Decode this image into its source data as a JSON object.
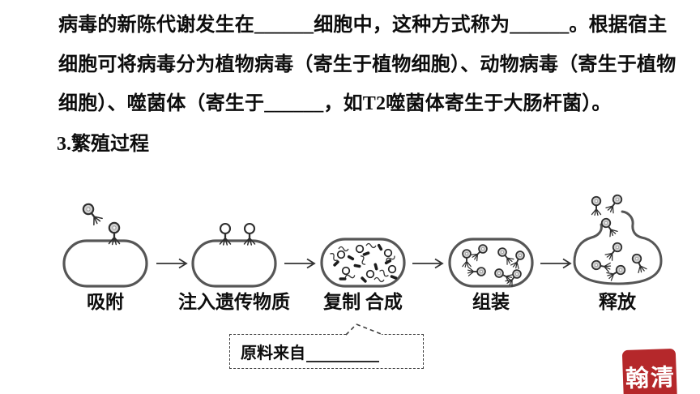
{
  "paragraph": {
    "lines": [
      "病毒的新陈代谢发生在______细胞中，这种方式称为______。根据宿主",
      "细胞可将病毒分为植物病毒（寄生于植物细胞）、动物病毒（寄生于植物",
      "细胞）、噬菌体（寄生于______，如T2噬菌体寄生于大肠杆菌）。"
    ],
    "heading": "3.繁殖过程"
  },
  "diagram": {
    "stages": [
      {
        "label": "吸附"
      },
      {
        "label": "注入遗传物质"
      },
      {
        "label": "复制 合成"
      },
      {
        "label": "组装"
      },
      {
        "label": "释放"
      }
    ],
    "callout": {
      "label": "原料来自"
    }
  },
  "seal": {
    "left_char": "翰",
    "right_char": "清",
    "color": "#b5282b"
  },
  "colors": {
    "ink": "#0d0d0d",
    "diagram_line": "#565656",
    "seal_red": "#b5282b"
  }
}
